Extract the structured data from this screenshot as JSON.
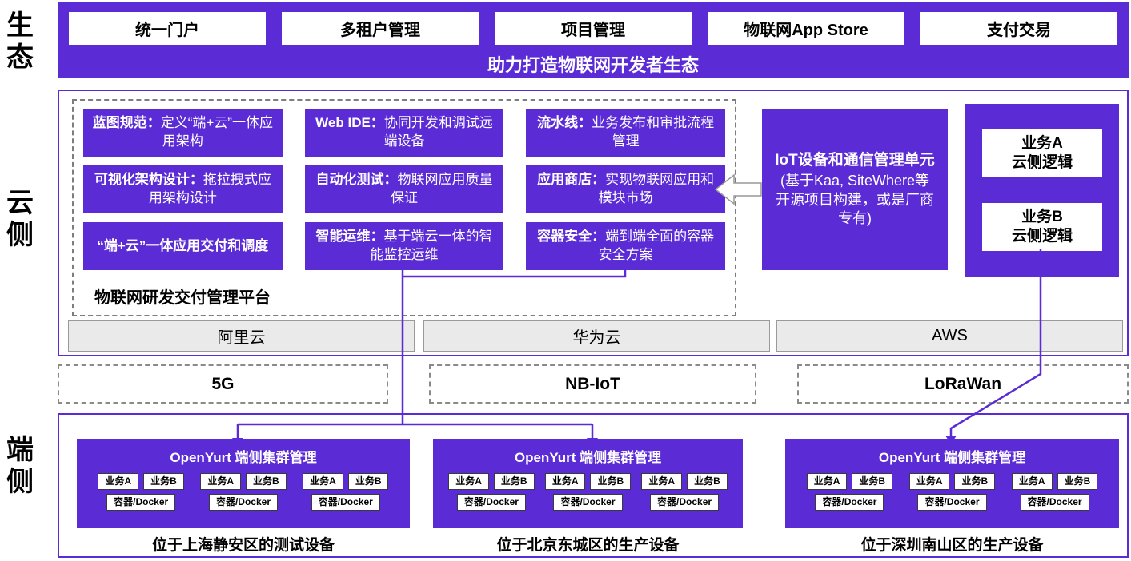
{
  "labels": {
    "eco": "生态",
    "cloud": "云侧",
    "edge": "端侧"
  },
  "eco": {
    "items": [
      "统一门户",
      "多租户管理",
      "项目管理",
      "物联网App Store",
      "支付交易"
    ],
    "caption": "助力打造物联网开发者生态"
  },
  "cloud": {
    "tiles": [
      {
        "head": "蓝图规范：",
        "body": "定义“端+云”一体应用架构"
      },
      {
        "head": "Web IDE：",
        "body": "协同开发和调试远端设备"
      },
      {
        "head": "流水线：",
        "body": "业务发布和审批流程管理"
      },
      {
        "head": "可视化架构设计：",
        "body": "拖拉拽式应用架构设计"
      },
      {
        "head": "自动化测试：",
        "body": "物联网应用质量保证"
      },
      {
        "head": "应用商店：",
        "body": "实现物联网应用和模块市场"
      },
      {
        "head": "“端+云”一体应用交付和调度",
        "body": ""
      },
      {
        "head": "智能运维：",
        "body": "基于端云一体的智能监控运维"
      },
      {
        "head": "容器安全：",
        "body": "端到端全面的容器安全方案"
      }
    ],
    "platform_label": "物联网研发交付管理平台",
    "iot_unit": {
      "head": "IoT设备和通信管理单元",
      "body": "(基于Kaa, SiteWhere等开源项目构建，或是厂商专有)"
    },
    "services": [
      {
        "label": "业务A\n云侧逻辑"
      },
      {
        "label": "业务B\n云侧逻辑"
      }
    ],
    "providers": [
      "阿里云",
      "华为云",
      "AWS"
    ]
  },
  "networks": [
    "5G",
    "NB-IoT",
    "LoRaWan"
  ],
  "edge": {
    "cluster_title": "OpenYurt 端侧集群管理",
    "service_a": "业务A",
    "service_b": "业务B",
    "container": "容器/Docker",
    "clusters": [
      {
        "caption": "位于上海静安区的测试设备"
      },
      {
        "caption": "位于北京东城区的生产设备"
      },
      {
        "caption": "位于深圳南山区的生产设备"
      }
    ]
  },
  "colors": {
    "purple": "#5b2cd5",
    "gray_box": "#eaeaea"
  }
}
